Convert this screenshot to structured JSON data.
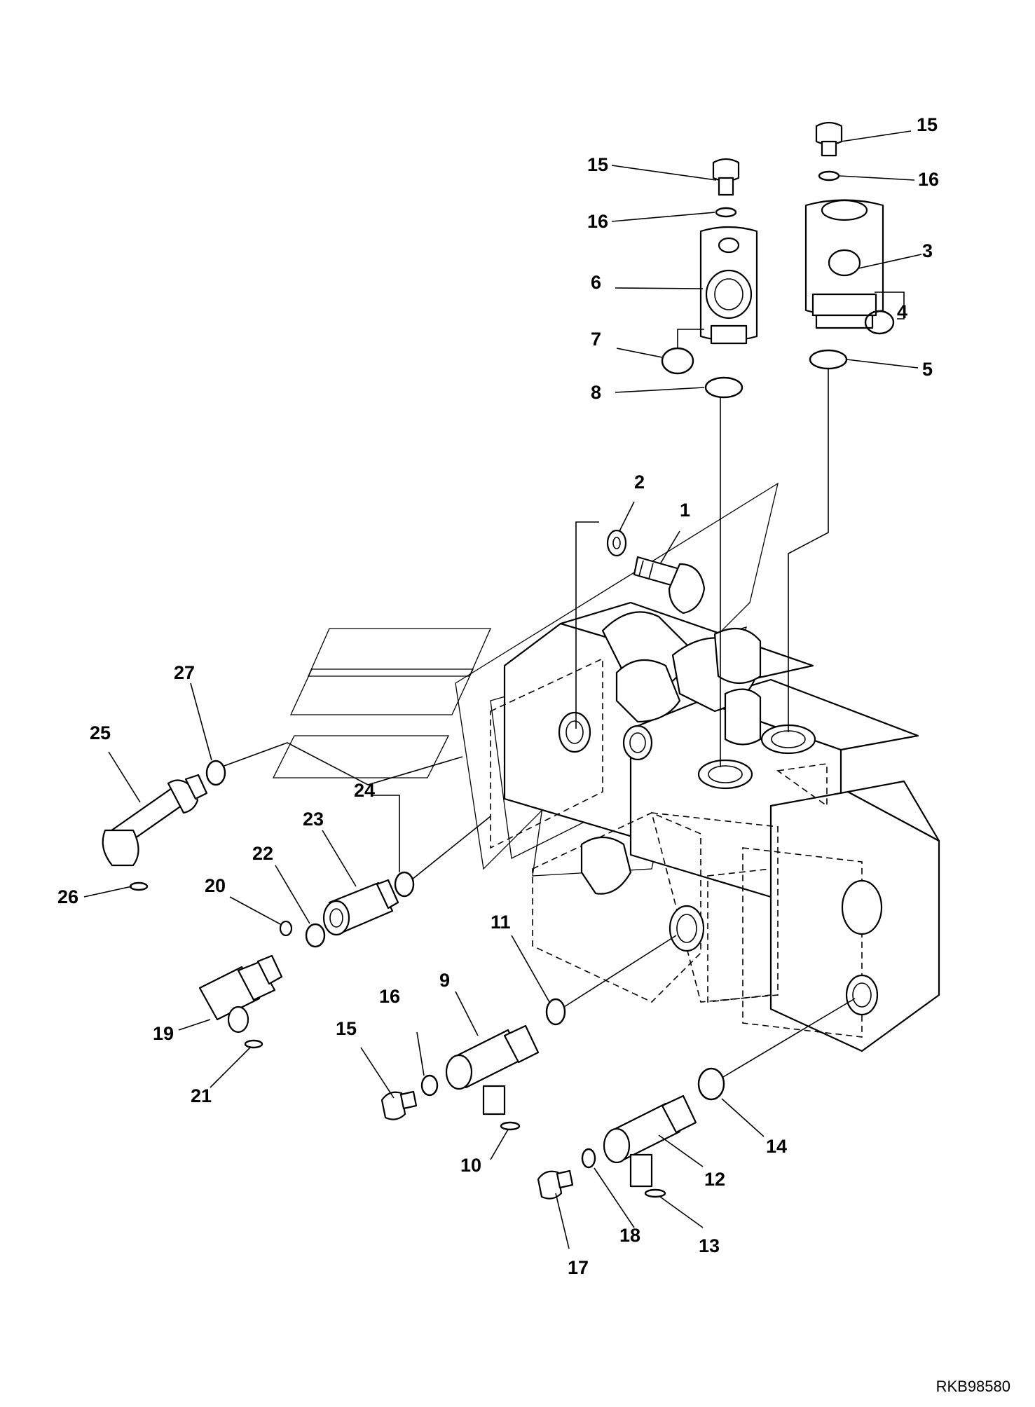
{
  "drawing_number": "RKB98580",
  "callouts": {
    "c1": "1",
    "c2": "2",
    "c3": "3",
    "c4": "4",
    "c5": "5",
    "c6": "6",
    "c7": "7",
    "c8": "8",
    "c9": "9",
    "c10": "10",
    "c11": "11",
    "c12": "12",
    "c13": "13",
    "c14": "14",
    "c15a": "15",
    "c15b": "15",
    "c15c": "15",
    "c16a": "16",
    "c16b": "16",
    "c16c": "16",
    "c17": "17",
    "c18": "18",
    "c19": "19",
    "c20": "20",
    "c21": "21",
    "c22": "22",
    "c23": "23",
    "c24": "24",
    "c25": "25",
    "c26": "26",
    "c27": "27"
  }
}
